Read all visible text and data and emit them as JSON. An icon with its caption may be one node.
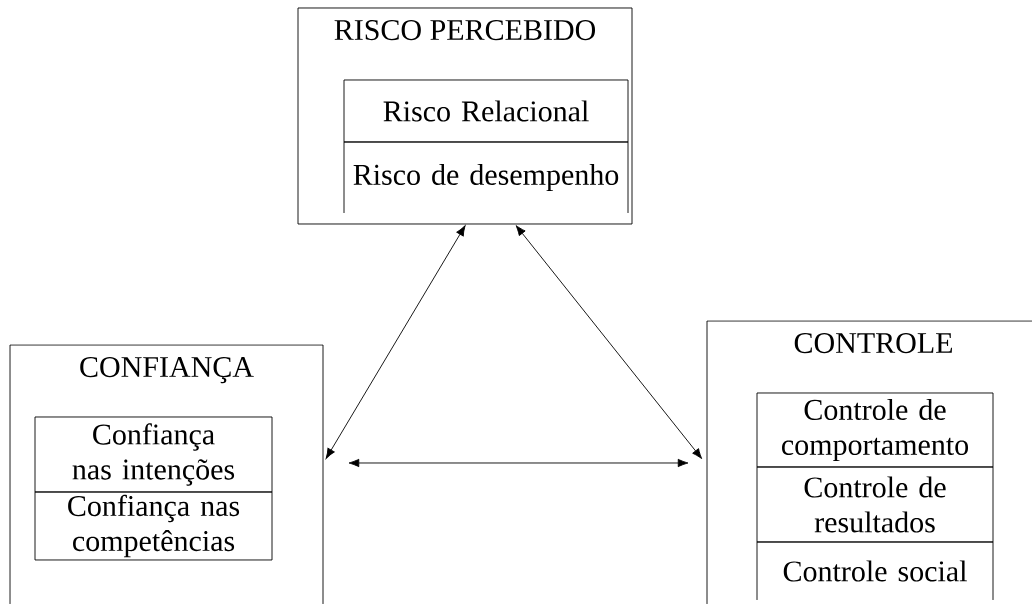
{
  "diagram": {
    "nodes": [
      {
        "text": [
          "RISCO PERCEBIDO"
        ]
      },
      {
        "text": [
          "Risco Relacional"
        ],
        "in": 0
      },
      {
        "text": [
          "Risco de desempenho"
        ],
        "in": 0
      },
      {
        "text": [
          "CONFIANÇA"
        ]
      },
      {
        "text": [
          "Confiança nas intenções"
        ],
        "in": 3
      },
      {
        "text": [
          "Confiança nas competências"
        ],
        "in": 3
      },
      {
        "text": [
          "CONTROLE"
        ]
      },
      {
        "text": [
          "Controle de comportamento"
        ],
        "in": 6
      },
      {
        "text": [
          "Controle de resultados"
        ],
        "in": 6
      },
      {
        "text": [
          "Controle social"
        ],
        "in": 6
      }
    ],
    "edges": [
      {
        "from": 0,
        "to": 3,
        "arrow": "both"
      },
      {
        "from": 0,
        "to": 6,
        "arrow": "both"
      },
      {
        "from": 3,
        "to": 6,
        "arrow": "both"
      }
    ]
  }
}
